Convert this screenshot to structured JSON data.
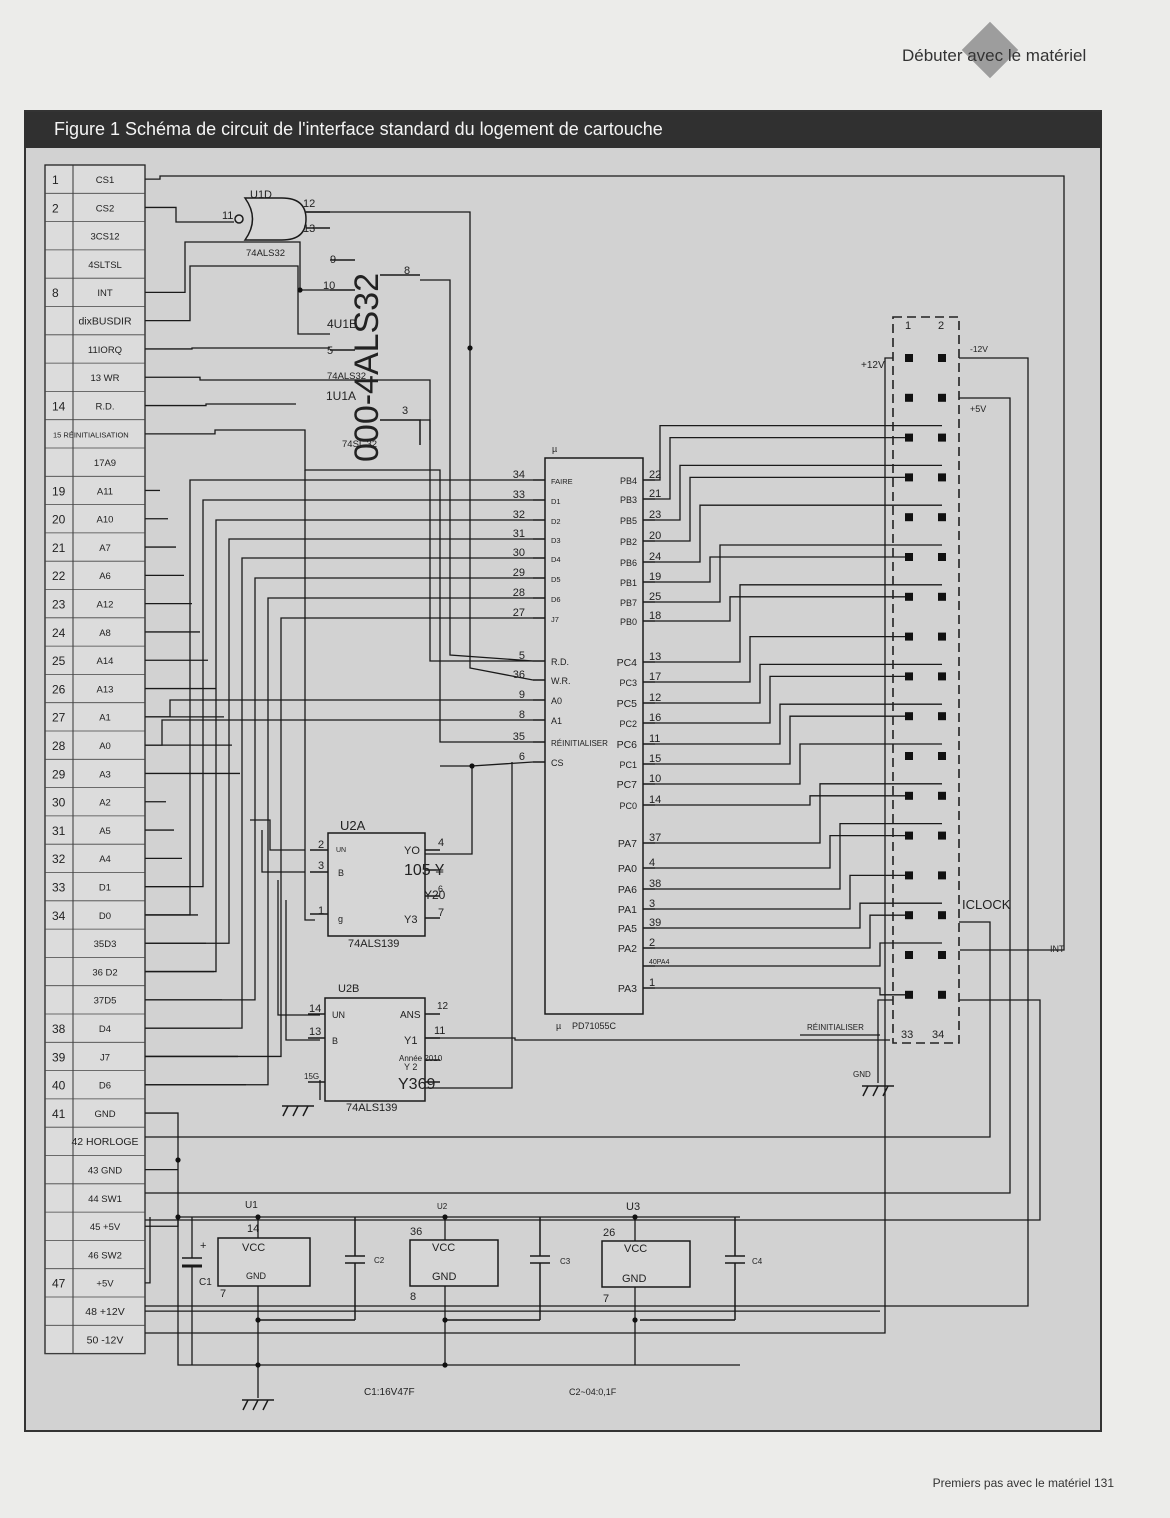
{
  "header": {
    "section": "Débuter avec le matériel"
  },
  "figure": {
    "title": "Figure 1 Schéma de circuit de l'interface standard du logement de cartouche"
  },
  "footer": {
    "page_label": "Premiers pas avec le matériel 131"
  },
  "colors": {
    "background": "#ececea",
    "frame": "#d2d2d2",
    "title_bar": "#303030",
    "wire": "#1a1a1a"
  },
  "connector": {
    "pins": [
      {
        "num": "1",
        "name": "CS1"
      },
      {
        "num": "2",
        "name": "CS2"
      },
      {
        "num": "",
        "name": "3CS12"
      },
      {
        "num": "",
        "name": "4SLTSL"
      },
      {
        "num": "8",
        "name": "INT"
      },
      {
        "num": "",
        "name": "dixBUSDIR"
      },
      {
        "num": "",
        "name": "11IORQ"
      },
      {
        "num": "",
        "name": "13 WR"
      },
      {
        "num": "14",
        "name": "R.D."
      },
      {
        "num": "",
        "name": "15 RÉINITIALISATION"
      },
      {
        "num": "",
        "name": "17A9"
      },
      {
        "num": "19",
        "name": "A11"
      },
      {
        "num": "20",
        "name": "A10"
      },
      {
        "num": "21",
        "name": "A7"
      },
      {
        "num": "22",
        "name": "A6"
      },
      {
        "num": "23",
        "name": "A12"
      },
      {
        "num": "24",
        "name": "A8"
      },
      {
        "num": "25",
        "name": "A14"
      },
      {
        "num": "26",
        "name": "A13"
      },
      {
        "num": "27",
        "name": "A1"
      },
      {
        "num": "28",
        "name": "A0"
      },
      {
        "num": "29",
        "name": "A3"
      },
      {
        "num": "30",
        "name": "A2"
      },
      {
        "num": "31",
        "name": "A5"
      },
      {
        "num": "32",
        "name": "A4"
      },
      {
        "num": "33",
        "name": "D1"
      },
      {
        "num": "34",
        "name": "D0"
      },
      {
        "num": "",
        "name": "35D3"
      },
      {
        "num": "",
        "name": "36 D2"
      },
      {
        "num": "",
        "name": "37D5"
      },
      {
        "num": "38",
        "name": "D4"
      },
      {
        "num": "39",
        "name": "J7"
      },
      {
        "num": "40",
        "name": "D6"
      },
      {
        "num": "41",
        "name": "GND"
      },
      {
        "num": "",
        "name": "42 HORLOGE"
      },
      {
        "num": "",
        "name": "43 GND"
      },
      {
        "num": "",
        "name": "44 SW1"
      },
      {
        "num": "",
        "name": "45 +5V"
      },
      {
        "num": "",
        "name": "46 SW2"
      },
      {
        "num": "47",
        "name": "+5V"
      },
      {
        "num": "",
        "name": "48 +12V"
      },
      {
        "num": "",
        "name": "50 -12V"
      }
    ]
  },
  "gates": {
    "u1d": {
      "ref": "U1D",
      "part": "74ALS32",
      "in1": "12",
      "in2": "13",
      "out": "11"
    },
    "u1b": {
      "ref": "4U1B",
      "part": "74ALS32",
      "pin9": "9",
      "pin10": "10",
      "pin8": "8",
      "pin5": "5"
    },
    "u1a": {
      "ref": "1U1A",
      "part": "74SL 32",
      "pin3": "3"
    },
    "overlay_label": "000-4ALS32"
  },
  "u2a": {
    "ref": "U2A",
    "part": "74ALS139",
    "left": [
      {
        "num": "2",
        "name": "UN"
      },
      {
        "num": "3",
        "name": "B"
      },
      {
        "num": "1",
        "name": "g"
      }
    ],
    "right": [
      {
        "num": "4",
        "name": "YO"
      },
      {
        "num": "",
        "name": "105 ¥"
      },
      {
        "num": "6",
        "name": "Y20"
      },
      {
        "num": "7",
        "name": "Y3"
      }
    ]
  },
  "u2b": {
    "ref": "U2B",
    "part": "74ALS139",
    "left": [
      {
        "num": "14",
        "name": "UN"
      },
      {
        "num": "13",
        "name": "B"
      },
      {
        "num": "15G",
        "name": ""
      }
    ],
    "right": [
      {
        "num": "12",
        "name": "ANS"
      },
      {
        "num": "11",
        "name": "Y1"
      },
      {
        "num": "",
        "name": "Année 2010"
      },
      {
        "num": "",
        "name": "Y 2"
      },
      {
        "num": "",
        "name": "Y369"
      }
    ]
  },
  "ppi": {
    "mu_top": "µ",
    "part": "PD71055C",
    "mu_bottom": "µ",
    "left_pins": [
      {
        "num": "34",
        "name": "FAIRE"
      },
      {
        "num": "33",
        "name": "D1"
      },
      {
        "num": "32",
        "name": "D2"
      },
      {
        "num": "31",
        "name": "D3"
      },
      {
        "num": "30",
        "name": "D4"
      },
      {
        "num": "29",
        "name": "D5"
      },
      {
        "num": "28",
        "name": "D6"
      },
      {
        "num": "27",
        "name": "J7"
      },
      {
        "num": "5",
        "name": "R.D."
      },
      {
        "num": "36",
        "name": "W.R."
      },
      {
        "num": "9",
        "name": "A0"
      },
      {
        "num": "8",
        "name": "A1"
      },
      {
        "num": "35",
        "name": "RÉINITIALISER"
      },
      {
        "num": "6",
        "name": "CS"
      }
    ],
    "right_pins": [
      {
        "num": "22",
        "name": "PB4"
      },
      {
        "num": "21",
        "name": "PB3"
      },
      {
        "num": "23",
        "name": "PB5"
      },
      {
        "num": "20",
        "name": "PB2"
      },
      {
        "num": "24",
        "name": "PB6"
      },
      {
        "num": "19",
        "name": "PB1"
      },
      {
        "num": "25",
        "name": "PB7"
      },
      {
        "num": "18",
        "name": "PB0"
      },
      {
        "num": "13",
        "name": "PC4"
      },
      {
        "num": "17",
        "name": "PC3"
      },
      {
        "num": "12",
        "name": "PC5"
      },
      {
        "num": "16",
        "name": "PC2"
      },
      {
        "num": "11",
        "name": "PC6"
      },
      {
        "num": "15",
        "name": "PC1"
      },
      {
        "num": "10",
        "name": "PC7"
      },
      {
        "num": "14",
        "name": "PC0"
      },
      {
        "num": "37",
        "name": "PA7"
      },
      {
        "num": "4",
        "name": "PA0"
      },
      {
        "num": "38",
        "name": "PA6"
      },
      {
        "num": "3",
        "name": "PA1"
      },
      {
        "num": "39",
        "name": "PA5"
      },
      {
        "num": "2",
        "name": "PA2"
      },
      {
        "num": "40PA4",
        "name": ""
      },
      {
        "num": "1",
        "name": "PA3"
      }
    ]
  },
  "header_connector": {
    "col1": "1",
    "col2": "2",
    "bottom1": "33",
    "bottom2": "34",
    "plus12": "+12V",
    "minus12": "-12V",
    "plus5": "+5V",
    "iclock": "ICLOCK",
    "int": "INT",
    "reset": "RÉINITIALISER",
    "gnd": "GND"
  },
  "power": {
    "u1": {
      "ref": "U1",
      "vcc_pin": "14",
      "gnd_pin": "7",
      "vcc": "VCC",
      "gnd": "GND"
    },
    "u2": {
      "ref": "U2",
      "vcc_pin": "36",
      "gnd_pin": "8",
      "vcc": "VCC",
      "gnd": "GND"
    },
    "u3": {
      "ref": "U3",
      "vcc_pin": "26",
      "gnd_pin": "7",
      "vcc": "VCC",
      "gnd": "GND"
    },
    "caps": [
      "C1",
      "C2",
      "C3",
      "C4"
    ],
    "plus": "+",
    "c1_value": "C1:16V47F",
    "c2_value": "C2~04:0,1F"
  }
}
